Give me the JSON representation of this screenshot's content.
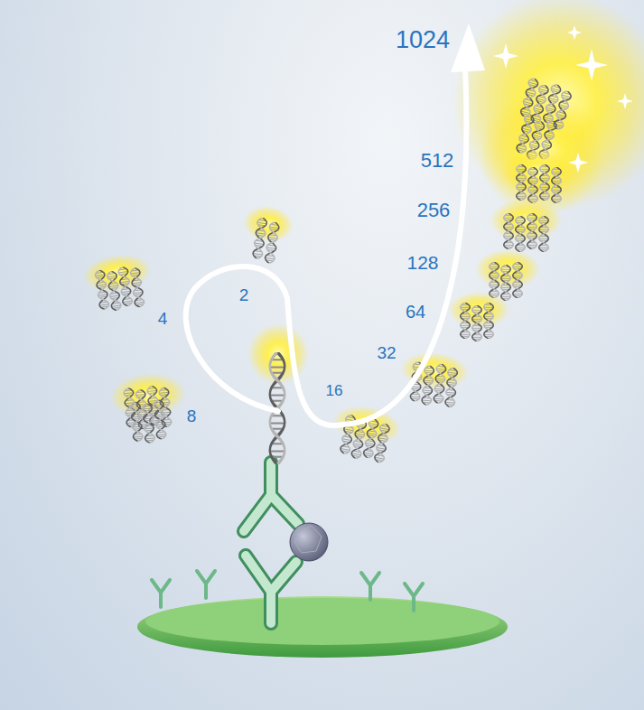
{
  "diagram": {
    "labels": [
      "2",
      "4",
      "8",
      "16",
      "32",
      "64",
      "128",
      "256",
      "512",
      "1024"
    ]
  }
}
